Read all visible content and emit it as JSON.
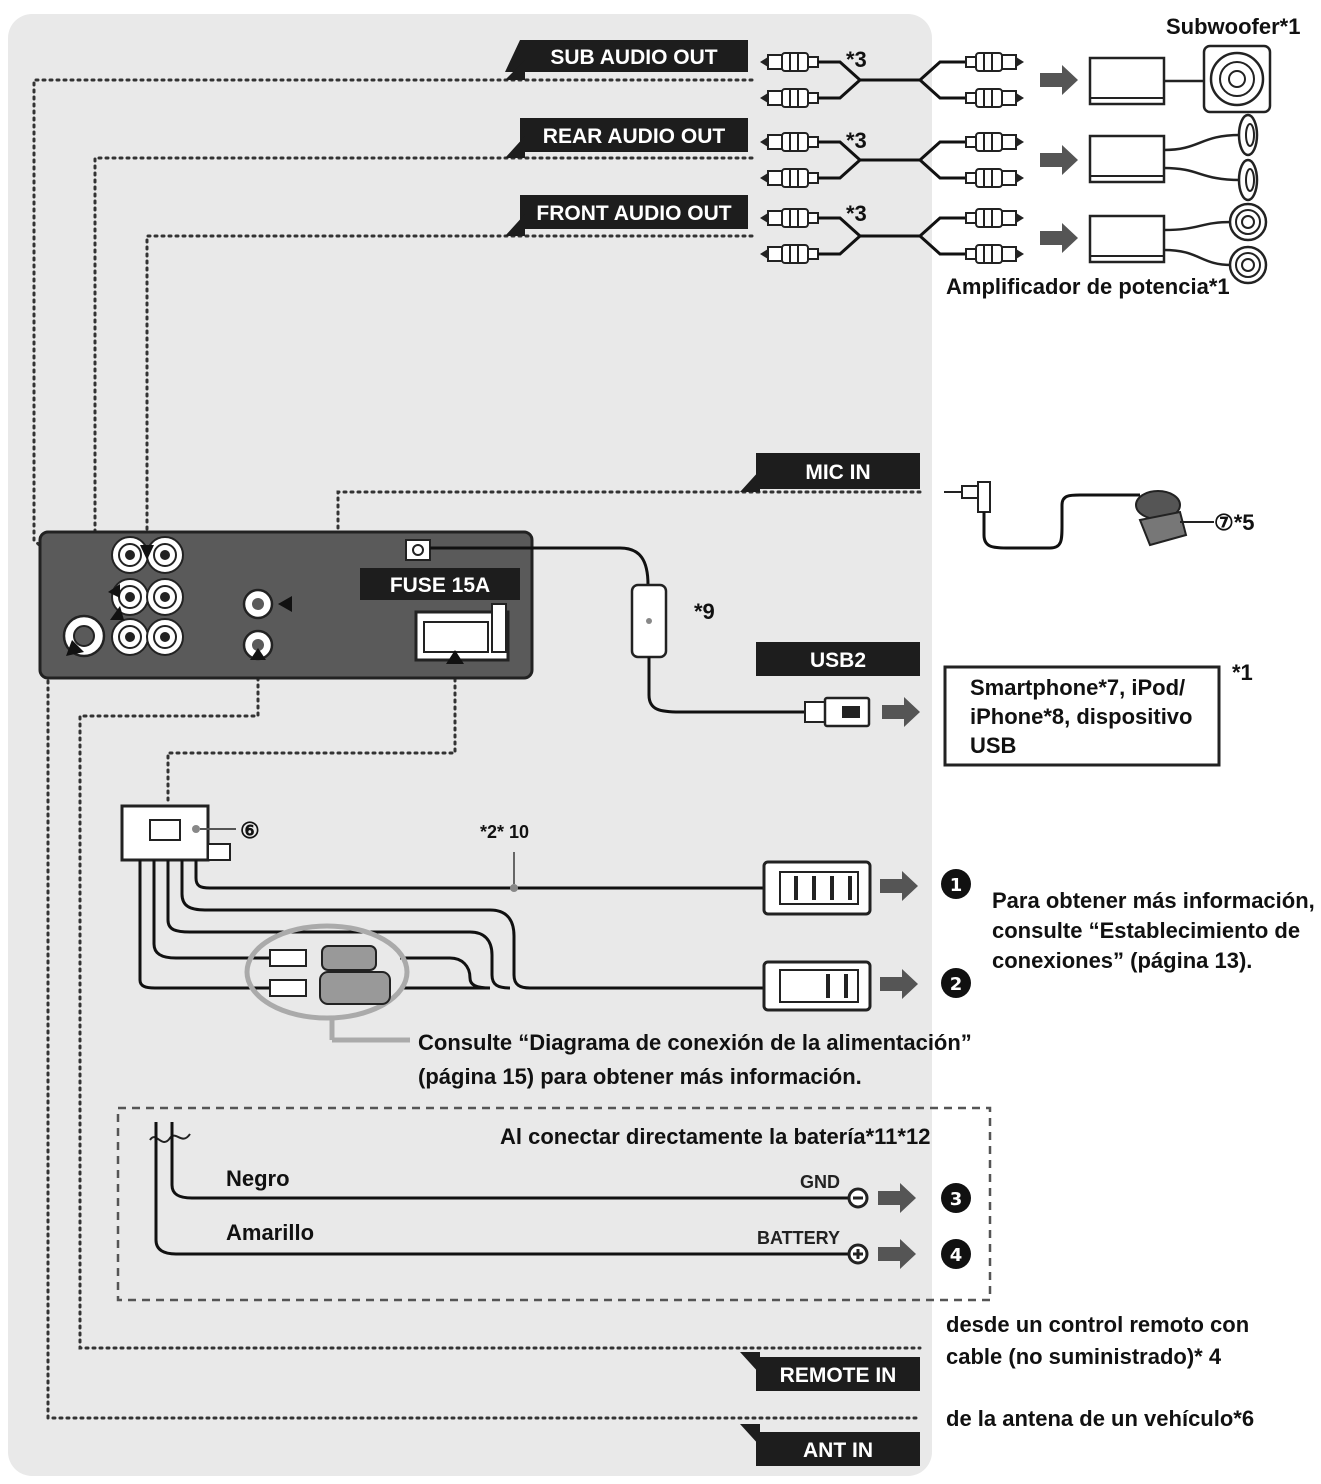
{
  "labels": {
    "sub_audio_out": "SUB AUDIO OUT",
    "rear_audio_out": "REAR AUDIO OUT",
    "front_audio_out": "FRONT AUDIO OUT",
    "mic_in": "MIC IN",
    "usb2": "USB2",
    "remote_in": "REMOTE IN",
    "ant_in": "ANT IN",
    "fuse": "FUSE 15A"
  },
  "footnotes": {
    "sub": "*3",
    "rear": "*3",
    "front": "*3",
    "usb_adapter": "*9",
    "harness": "*2* 10",
    "usb_box_note": "*1",
    "mic_ref": "⑦*5",
    "harness_ref": "⑥"
  },
  "devices": {
    "subwoofer": "Subwoofer*1",
    "amplifier": "Amplificador de potencia*1",
    "usb_box_line1": "Smartphone*7, iPod/",
    "usb_box_line2": "iPhone*8, dispositivo",
    "usb_box_line3": "USB"
  },
  "notes": {
    "connections_line1": "Para obtener más información,",
    "connections_line2": "consulte “Establecimiento de",
    "connections_line3": "conexiones” (página 13).",
    "power_line1": "Consulte “Diagrama de conexión de la alimentación”",
    "power_line2": "(página 15) para obtener más información.",
    "battery_title": "Al conectar directamente la batería*11*12",
    "remote_line1": "desde un control remoto con",
    "remote_line2": "cable (no suministrado)* 4",
    "antenna": "de la antena de un vehículo*6"
  },
  "battery": {
    "black_label": "Negro",
    "yellow_label": "Amarillo",
    "gnd": "GND",
    "battery": "BATTERY"
  },
  "markers": [
    "1",
    "2",
    "3",
    "4"
  ],
  "colors": {
    "panel_bg": "#e9e9e9",
    "tag_bg": "#1d1d1d",
    "unit_bg": "#5a5a5a"
  }
}
